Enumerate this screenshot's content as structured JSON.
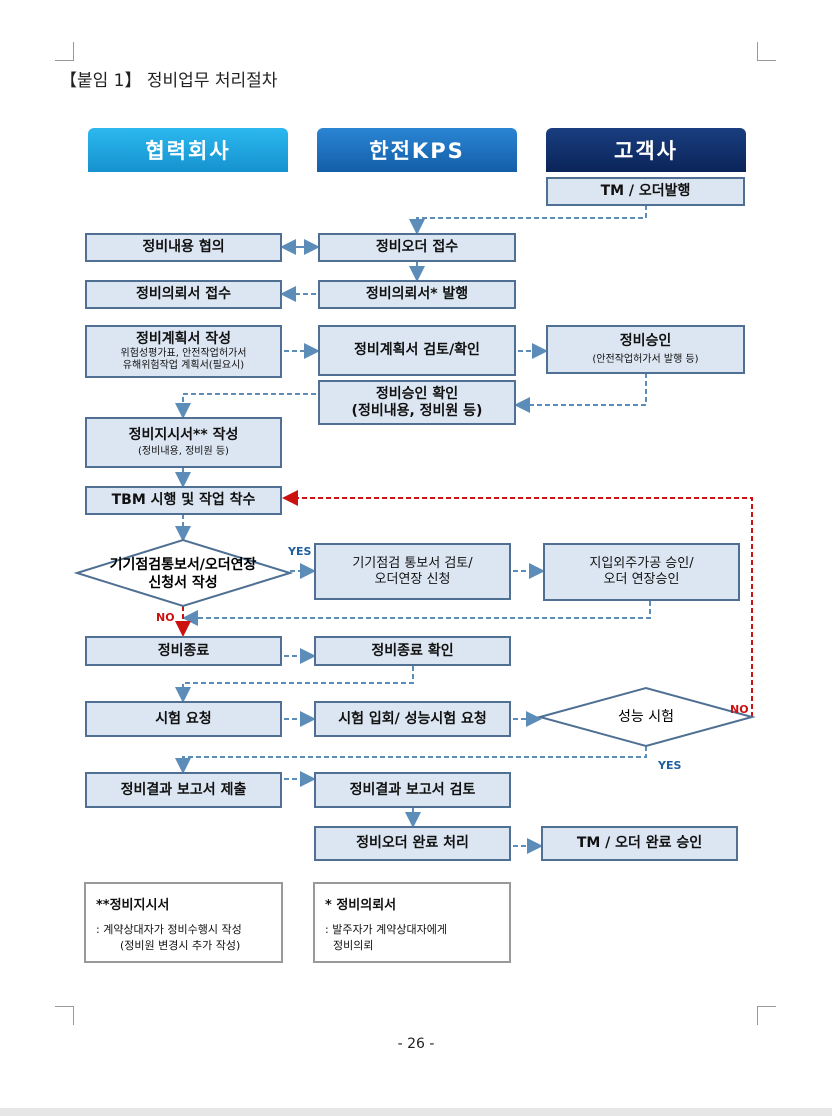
{
  "title": "【붙임 1】 정비업무 처리절차",
  "headers": {
    "partner": "협력회사",
    "kps": "한전KPS",
    "customer": "고객사"
  },
  "colors": {
    "partner": "#1ea6e0",
    "kps": "#1a6fc0",
    "customer": "#0d2d6b",
    "box": "#dce6f2",
    "line": "#5b8db8",
    "red": "#cc1111"
  },
  "boxes": {
    "tm_order": "TM / 오더발행",
    "consult": "정비내용 협의",
    "order_receive": "정비오더 접수",
    "request_receive": "정비의뢰서 접수",
    "request_issue": "정비의뢰서* 발행",
    "plan_write": "정비계획서 작성",
    "plan_write_sub1": "위험성평가표, 안전작업허가서",
    "plan_write_sub2": "유해위험작업 계획서(필요시)",
    "plan_review": "정비계획서 검토/확인",
    "approve": "정비승인",
    "approve_sub": "(안전작업허가서 발행 등)",
    "approve_check": "정비승인 확인",
    "approve_check_sub": "(정비내용, 정비원 등)",
    "instr_write": "정비지시서** 작성",
    "instr_write_sub": "(정비내용, 정비원 등)",
    "tbm": "TBM 시행 및 작업 착수",
    "diamond1_l1": "기기점검통보서/오더연장",
    "diamond1_l2": "신청서 작성",
    "inspect_review_l1": "기기점검 통보서 검토/",
    "inspect_review_l2": "오더연장 신청",
    "outsource_l1": "지입외주가공 승인/",
    "outsource_l2": "오더 연장승인",
    "finish": "정비종료",
    "finish_check": "정비종료 확인",
    "test_request": "시험 요청",
    "test_witness": "시험 입회/ 성능시험 요청",
    "perf_test": "성능 시험",
    "report_submit": "정비결과 보고서 제출",
    "report_review": "정비결과 보고서 검토",
    "order_complete": "정비오더 완료 처리",
    "tm_complete": "TM / 오더 완료 승인"
  },
  "labels": {
    "yes1": "YES",
    "no1": "NO",
    "no2": "NO",
    "yes2": "YES"
  },
  "notes": [
    {
      "head": "**정비지시서",
      "l1": ": 계약상대자가 정비수행시 작성",
      "l2": "(정비원 변경시 추가 작성)"
    },
    {
      "head": "* 정비의뢰서",
      "l1": ": 발주자가 계약상대자에게",
      "l2": "정비의뢰"
    }
  ],
  "footer": "- 26 -"
}
